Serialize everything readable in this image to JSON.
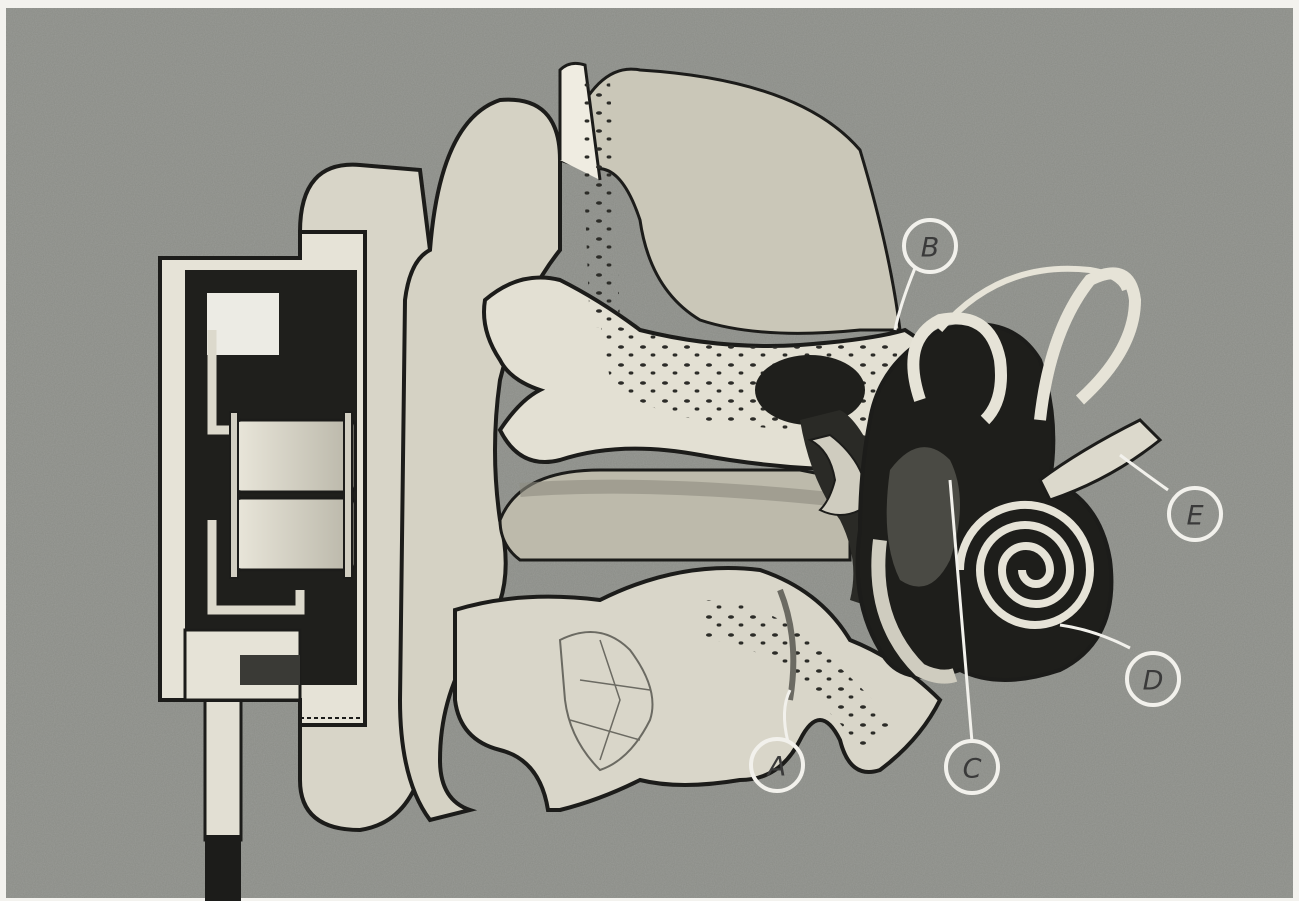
{
  "labels": {
    "A": "A",
    "B": "B",
    "C": "C",
    "D": "D",
    "E": "E"
  },
  "colors": {
    "background": "#8a8c86",
    "ink": "#1c1c1a",
    "paper": "#d9d6c9",
    "callout": "#f2f1ec"
  }
}
